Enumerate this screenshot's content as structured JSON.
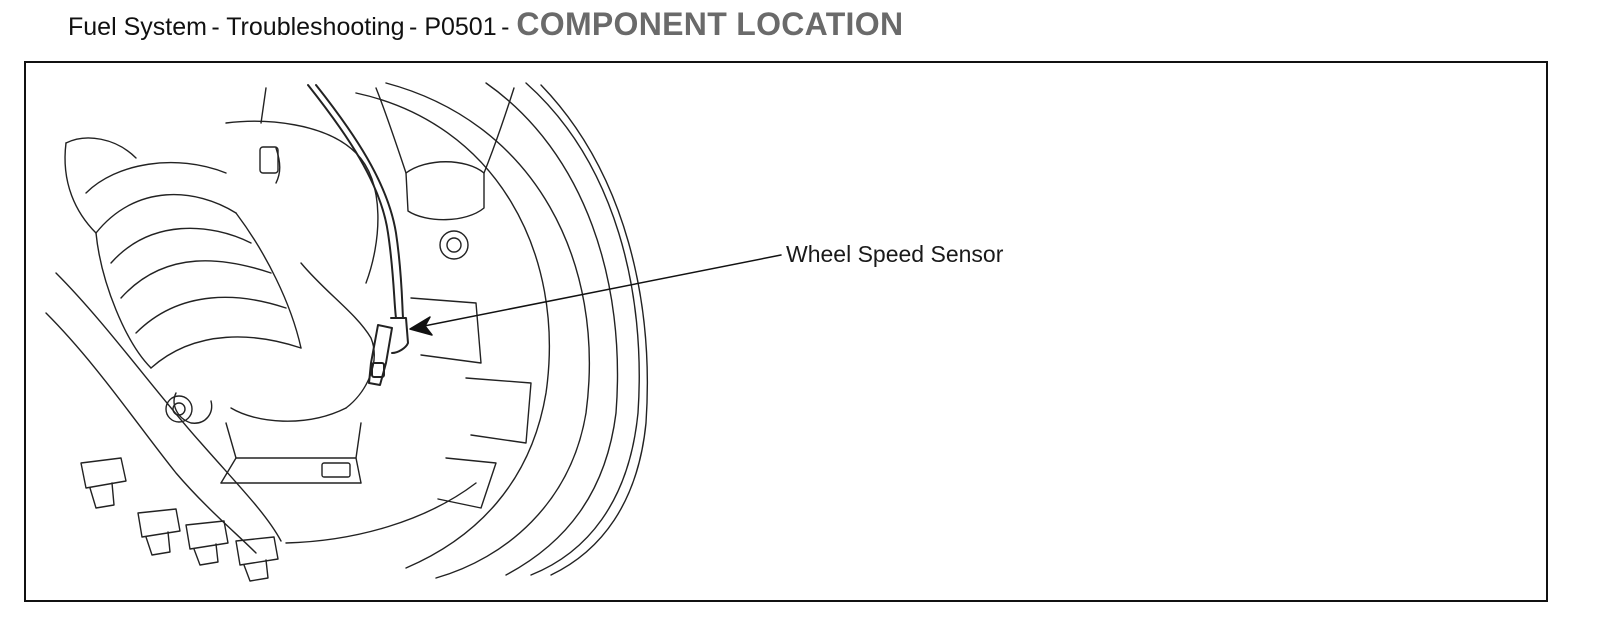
{
  "header": {
    "breadcrumb": [
      "Fuel System",
      "Troubleshooting",
      "P0501"
    ],
    "separator": "-",
    "section_title": "COMPONENT LOCATION"
  },
  "diagram": {
    "callouts": [
      {
        "label": "Wheel Speed Sensor"
      }
    ]
  }
}
